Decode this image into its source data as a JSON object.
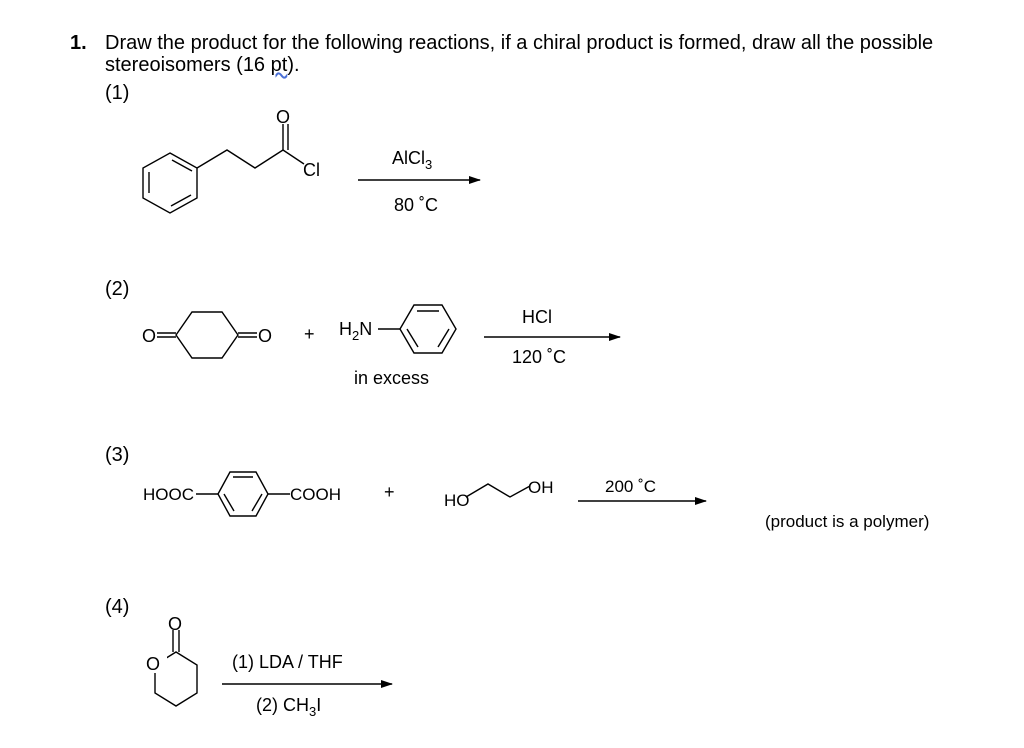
{
  "question": {
    "number": "1.",
    "text_before": "Draw the product for the following reactions, if a chiral product is formed, draw all the possible stereoisomers (16 ",
    "pt": "pt",
    "text_after": ")."
  },
  "reactions": [
    {
      "label": "(1)",
      "reagent_top": "AlCl",
      "reagent_top_sub": "3",
      "condition_bottom": "80 ˚C",
      "atoms": {
        "o": "O",
        "cl": "Cl"
      }
    },
    {
      "label": "(2)",
      "plus": "+",
      "amine_h": "H",
      "amine_sub": "2",
      "amine_n": "N",
      "note": "in excess",
      "reagent_top": "HCl",
      "condition_bottom": "120 ˚C",
      "atoms": {
        "o1": "O",
        "o2": "O"
      }
    },
    {
      "label": "(3)",
      "left_group": "HOOC",
      "right_group": "COOH",
      "plus": "+",
      "diol_ho": "HO",
      "diol_oh": "OH",
      "condition_top": "200 ˚C",
      "note": "(product is a polymer)"
    },
    {
      "label": "(4)",
      "step1": "(1) LDA / THF",
      "step2_pre": "(2) CH",
      "step2_sub": "3",
      "step2_post": "I",
      "atoms": {
        "o_ring": "O",
        "o_carbonyl": "O"
      }
    }
  ]
}
